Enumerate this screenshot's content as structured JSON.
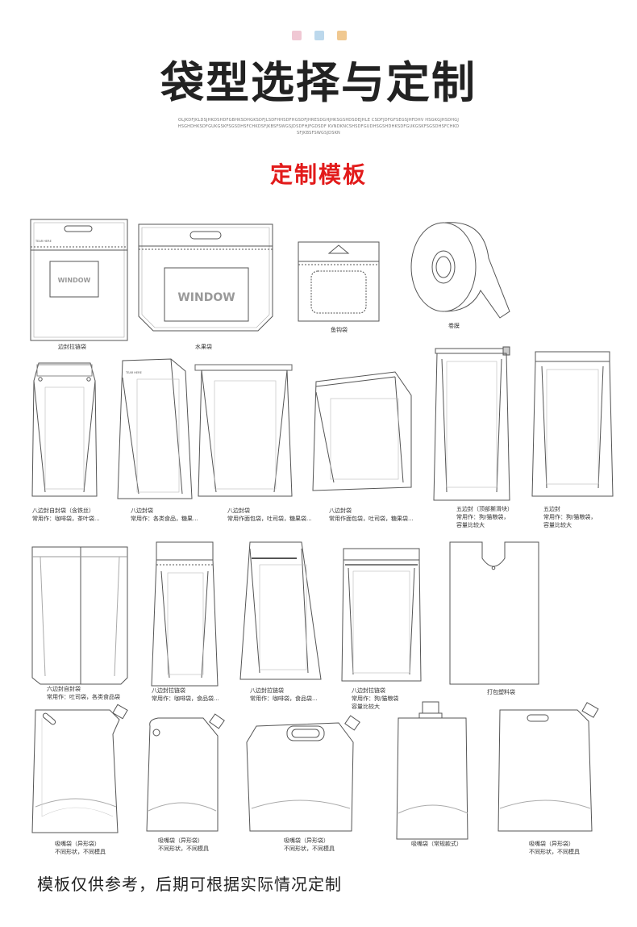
{
  "header": {
    "accent_colors": [
      "#f0c8d4",
      "#bcd8ec",
      "#f0c890"
    ],
    "title": "袋型选择与定制",
    "subtext": "OLJKDFJKLDSJHKDSHDFGBHKSDHGKSDFJLSDFHHSDFHGSDFJHRESDGHJHKSGSHDSDEJHLE CSDFJDFGFSEGSJHFDHV HSGKGJHSDHGJHSGHDHKSDFGUKGSKFSGSDHSFCHKDSFJKBSFSWGSJDSDFHJFGDSDF KVNDKNCSHSDFGUDHSGSHDHKSDFGUKGSKFSGSDHSFCHKDSFJKBSFSWGSJDSKN",
    "subtitle": "定制模板",
    "subtitle_color": "#e21b1b"
  },
  "templates": {
    "window_text": "WINDOW",
    "tear_text": "TEAR HERE",
    "labels": {
      "r1_0": "边封拉链袋",
      "r1_1": "水果袋",
      "r1_2": "鱼钩袋",
      "r1_3": "卷膜",
      "r2_0a": "八边封自封袋（含铁丝）",
      "r2_0b": "常用作：咖啡袋，茶叶袋...",
      "r2_1a": "八边封袋",
      "r2_1b": "常用作：各类食品，糖果...",
      "r2_2a": "八边封袋",
      "r2_2b": "常用作面包袋，吐司袋，糖果袋...",
      "r2_3a": "八边封袋",
      "r2_3b": "常用作面包袋，吐司袋，糖果袋...",
      "r2_4a": "五边封（顶部撕滑块）",
      "r2_4b": "常用作：狗/猫粮袋，",
      "r2_4c": "容量比较大",
      "r2_5a": "五边封",
      "r2_5b": "常用作：狗/猫粮袋，",
      "r2_5c": "容量比较大",
      "r3_0a": "六边封自封袋",
      "r3_0b": "常用作：吐司袋，各类食品袋",
      "r3_1a": "八边封拉链袋",
      "r3_1b": "常用作：咖啡袋，食品袋...",
      "r3_2a": "八边封拉链袋",
      "r3_2b": "常用作：咖啡袋，食品袋...",
      "r3_3a": "八边封拉链袋",
      "r3_3b": "常用作：狗/猫粮袋",
      "r3_3c": "容量比较大",
      "r3_4": "打包塑料袋",
      "r4_0a": "吸嘴袋（异形袋）",
      "r4_0b": "不同形状，不同模具",
      "r4_1a": "吸嘴袋（异形袋）",
      "r4_1b": "不同形状，不同模具",
      "r4_2a": "吸嘴袋（异形袋）",
      "r4_2b": "不同形状，不同模具",
      "r4_3": "吸嘴袋（常规款式）",
      "r4_4a": "吸嘴袋（异形袋）",
      "r4_4b": "不同形状，不同模具"
    }
  },
  "footer": {
    "text": "模板仅供参考，后期可根据实际情况定制"
  }
}
